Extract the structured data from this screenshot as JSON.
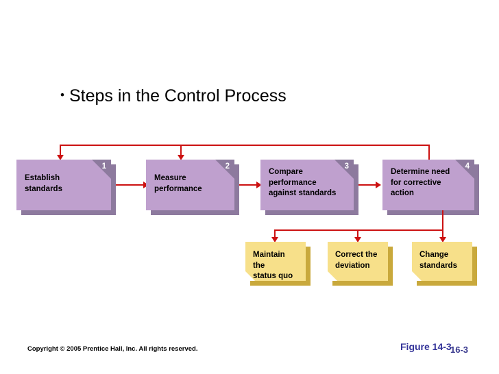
{
  "slide": {
    "title": "Steps in the Control Process",
    "bullet_glyph": "•",
    "background": "#ffffff"
  },
  "colors": {
    "process_fill": "#bfa0ce",
    "process_shade": "#8d7a9e",
    "outcome_fill": "#f7e08a",
    "outcome_shade": "#c9a93c",
    "connector": "#cc1111",
    "figure_text": "#333399",
    "text": "#000000"
  },
  "process_steps": [
    {
      "number": "1",
      "line1": "Establish",
      "line2": "standards",
      "line3": ""
    },
    {
      "number": "2",
      "line1": "Measure",
      "line2": "performance",
      "line3": ""
    },
    {
      "number": "3",
      "line1": "Compare",
      "line2": "performance",
      "line3": "against standards"
    },
    {
      "number": "4",
      "line1": "Determine need",
      "line2": "for corrective",
      "line3": "action"
    }
  ],
  "outcomes": [
    {
      "line1": "Maintain the",
      "line2": "status quo"
    },
    {
      "line1": "Correct the",
      "line2": "deviation"
    },
    {
      "line1": "Change",
      "line2": "standards"
    }
  ],
  "footer": {
    "copyright": "Copyright © 2005 Prentice Hall, Inc. All rights reserved.",
    "figure_label": "Figure 14-3",
    "figure_label_ghost": "16-3"
  }
}
